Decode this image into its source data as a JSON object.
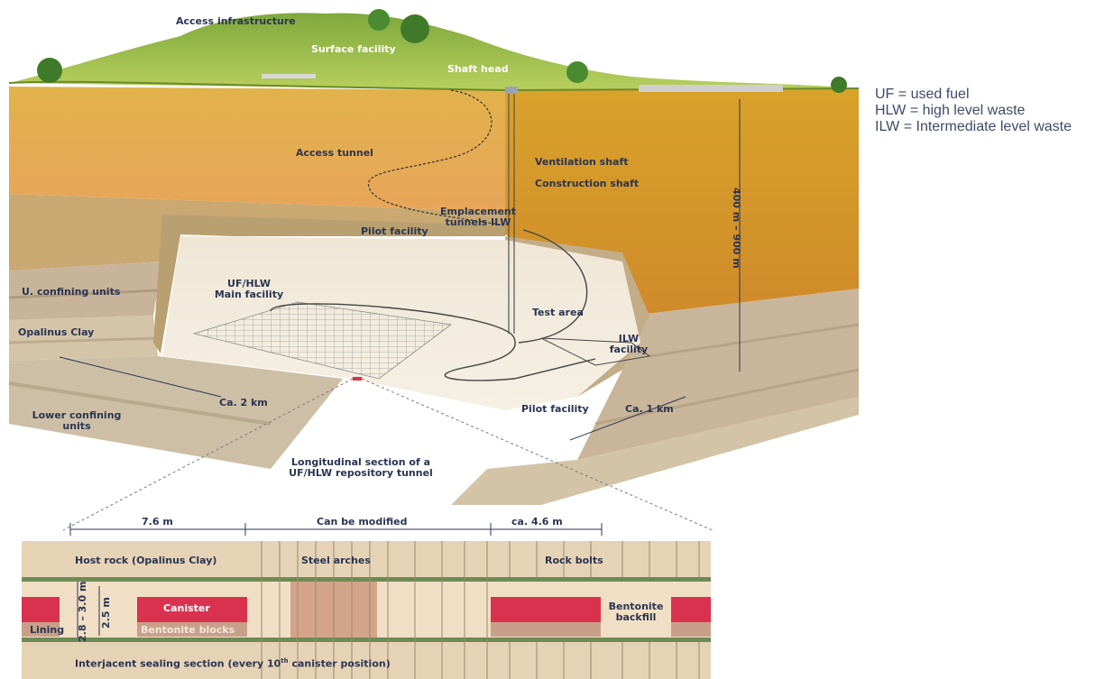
{
  "labels": {
    "access_infrastructure": "Access infrastructure",
    "surface_facility": "Surface facility",
    "shaft_head": "Shaft head",
    "access_tunnel": "Access tunnel",
    "ventilation_shaft": "Ventilation shaft",
    "construction_shaft": "Construction shaft",
    "emplacement_tunnels_ilw": "Emplacement tunnels ILW",
    "pilot_facility_top": "Pilot facility",
    "depth": "400 m – 900 m",
    "u_confining_units": "U. confining units",
    "uf_hlw_main_facility": "UF/HLW Main facility",
    "opalinus_clay": "Opalinus Clay",
    "test_area": "Test area",
    "ilw_facility": "ILW facility",
    "ca_2km": "Ca. 2 km",
    "pilot_facility_bottom": "Pilot facility",
    "ca_1km": "Ca. 1 km",
    "lower_confining_units": "Lower confining units",
    "section_title": "Longitudinal section of a UF/HLW repository tunnel"
  },
  "section": {
    "dim_7_6": "7.6 m",
    "dim_can_be_modified": "Can be modified",
    "dim_4_6": "ca. 4.6 m",
    "host_rock": "Host rock (Opalinus Clay)",
    "steel_arches": "Steel arches",
    "rock_bolts": "Rock bolts",
    "dim_2_8_3_0": "2.8 – 3.0 m",
    "dim_2_5": "2.5 m",
    "canister": "Canister",
    "bentonite_blocks": "Bentonite blocks",
    "bentonite_backfill": "Bentonite backfill",
    "lining": "Lining",
    "interjacent": "Interjacent sealing section (every 10",
    "interjacent_sup": "th",
    "interjacent_end": " canister position)"
  },
  "legend": {
    "uf": "UF = used fuel",
    "hlw": "HLW = high level waste",
    "ilw": "ILW = Intermediate level waste"
  },
  "colors": {
    "surface_green": "#8fb04a",
    "orange_layer": "#e8a64a",
    "opalinus": "#c9b99a",
    "canister_red": "#d9324f",
    "bentonite": "#c8a08a",
    "label_navy": "#2a3552"
  }
}
